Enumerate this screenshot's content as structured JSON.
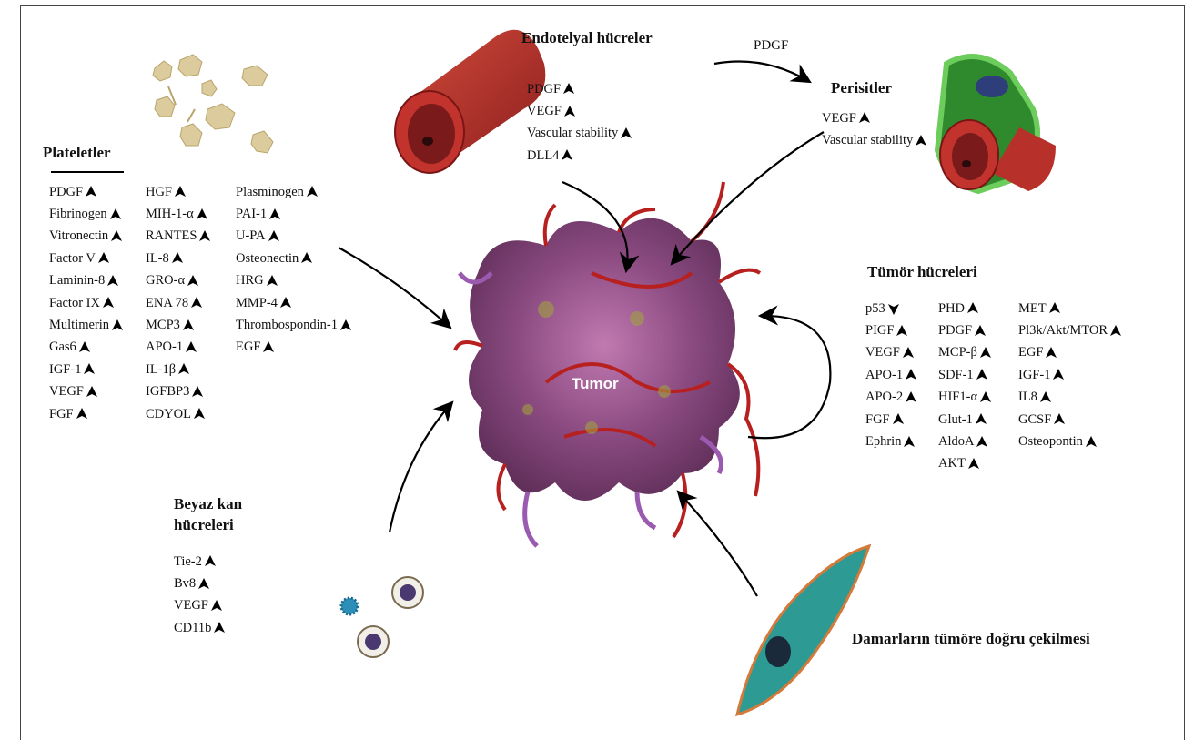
{
  "tumor_label": "Tumor",
  "endothelial": {
    "title": "Endotelyal hücreler",
    "items": [
      {
        "label": "PDGF",
        "dir": "up"
      },
      {
        "label": "VEGF",
        "dir": "up"
      },
      {
        "label": "Vascular stability",
        "dir": "up"
      },
      {
        "label": "DLL4",
        "dir": "up"
      }
    ]
  },
  "pdgf_arrow_label": "PDGF",
  "pericytes": {
    "title": "Perisitler",
    "items": [
      {
        "label": "VEGF",
        "dir": "up"
      },
      {
        "label": "Vascular stability",
        "dir": "up"
      }
    ]
  },
  "platelets": {
    "title": "Plateletler",
    "columns": [
      [
        {
          "label": "PDGF",
          "dir": "up"
        },
        {
          "label": "Fibrinogen",
          "dir": "up"
        },
        {
          "label": "Vitronectin",
          "dir": "up"
        },
        {
          "label": "Factor V",
          "dir": "up"
        },
        {
          "label": "Laminin-8",
          "dir": "up"
        },
        {
          "label": "Factor IX",
          "dir": "up"
        },
        {
          "label": "Multimerin",
          "dir": "up"
        },
        {
          "label": "Gas6",
          "dir": "up"
        },
        {
          "label": "IGF-1",
          "dir": "up"
        },
        {
          "label": "VEGF",
          "dir": "up"
        },
        {
          "label": "FGF",
          "dir": "up"
        }
      ],
      [
        {
          "label": "HGF",
          "dir": "up"
        },
        {
          "label": "MIH-1-α",
          "dir": "up"
        },
        {
          "label": "RANTES",
          "dir": "up"
        },
        {
          "label": "IL-8",
          "dir": "up"
        },
        {
          "label": "GRO-α",
          "dir": "up"
        },
        {
          "label": "ENA 78",
          "dir": "up"
        },
        {
          "label": "MCP3",
          "dir": "up"
        },
        {
          "label": "APO-1",
          "dir": "up"
        },
        {
          "label": "IL-1β",
          "dir": "up"
        },
        {
          "label": "IGFBP3",
          "dir": "up"
        },
        {
          "label": "CDYOL",
          "dir": "up"
        }
      ],
      [
        {
          "label": "Plasminogen",
          "dir": "up"
        },
        {
          "label": "PAI-1",
          "dir": "up"
        },
        {
          "label": "U-PA",
          "dir": "up"
        },
        {
          "label": "Osteonectin",
          "dir": "up"
        },
        {
          "label": "HRG",
          "dir": "up"
        },
        {
          "label": "MMP-4",
          "dir": "up"
        },
        {
          "label": "Thrombospondin-1",
          "dir": "up"
        },
        {
          "label": "EGF",
          "dir": "up"
        }
      ]
    ]
  },
  "tumor_cells": {
    "title": "Tümör hücreleri",
    "columns": [
      [
        {
          "label": "p53",
          "dir": "down"
        },
        {
          "label": "PIGF",
          "dir": "up"
        },
        {
          "label": "VEGF",
          "dir": "up"
        },
        {
          "label": "APO-1",
          "dir": "up"
        },
        {
          "label": "APO-2",
          "dir": "up"
        },
        {
          "label": "FGF",
          "dir": "up"
        },
        {
          "label": "Ephrin",
          "dir": "up"
        }
      ],
      [
        {
          "label": "PHD",
          "dir": "up"
        },
        {
          "label": "PDGF",
          "dir": "up"
        },
        {
          "label": "MCP-β",
          "dir": "up"
        },
        {
          "label": "SDF-1",
          "dir": "up"
        },
        {
          "label": "HIF1-α",
          "dir": "up"
        },
        {
          "label": "Glut-1",
          "dir": "up"
        },
        {
          "label": "AldoA",
          "dir": "up"
        },
        {
          "label": "AKT",
          "dir": "up"
        }
      ],
      [
        {
          "label": "MET",
          "dir": "up"
        },
        {
          "label": "Pl3k/Akt/MTOR",
          "dir": "up"
        },
        {
          "label": "EGF",
          "dir": "up"
        },
        {
          "label": "IGF-1",
          "dir": "up"
        },
        {
          "label": "IL8",
          "dir": "up"
        },
        {
          "label": "GCSF",
          "dir": "up"
        },
        {
          "label": "Osteopontin",
          "dir": "up"
        }
      ]
    ]
  },
  "white_blood_cells": {
    "title_line1": "Beyaz kan",
    "title_line2": "hücreleri",
    "items": [
      {
        "label": "Tie-2",
        "dir": "up"
      },
      {
        "label": "Bv8",
        "dir": "up"
      },
      {
        "label": "VEGF",
        "dir": "up"
      },
      {
        "label": "CD11b",
        "dir": "up"
      }
    ]
  },
  "vessel_recruitment": {
    "title": "Damarların tümöre doğru çekilmesi"
  },
  "colors": {
    "vessel_red": "#b02a2a",
    "tumor_purple": "#7a3d6e",
    "pericyte_green": "#3c9a3a",
    "cell_teal": "#2f9c95",
    "platelet_tan": "#d8c79a"
  }
}
